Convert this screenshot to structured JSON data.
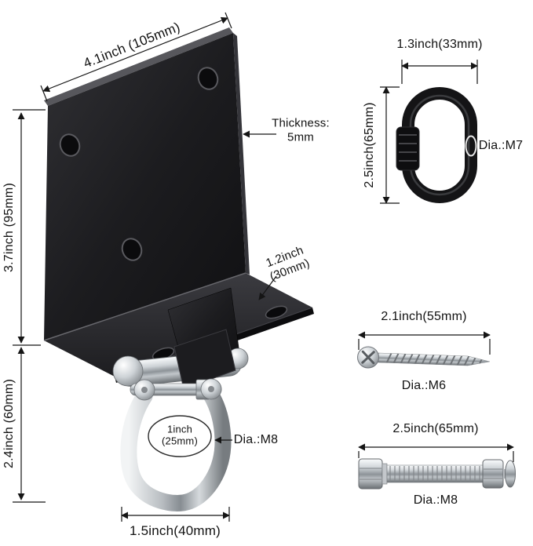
{
  "bracket": {
    "width_label": "4.1inch (105mm)",
    "height_label": "3.7inch (95mm)",
    "swivel_height_label": "2.4inch (60mm)",
    "thickness_line1": "Thickness:",
    "thickness_line2": "5mm",
    "flange_line1": "1.2inch",
    "flange_line2": "(30mm)",
    "pin_line1": "1inch",
    "pin_line2": "(25mm)",
    "shackle_dia_label": "Dia.:M8",
    "shackle_width_label": "1.5inch(40mm)"
  },
  "quick_link": {
    "width_label": "1.3inch(33mm)",
    "height_label": "2.5inch(65mm)",
    "dia_label": "Dia.:M7"
  },
  "screw": {
    "length_label": "2.1inch(55mm)",
    "dia_label": "Dia.:M6"
  },
  "bolt": {
    "length_label": "2.5inch(65mm)",
    "dia_label": "Dia.:M8"
  },
  "colors": {
    "background": "#ffffff",
    "dimension_line": "#151515",
    "hardware_black": "#141416",
    "chrome": "#c9ced2"
  }
}
